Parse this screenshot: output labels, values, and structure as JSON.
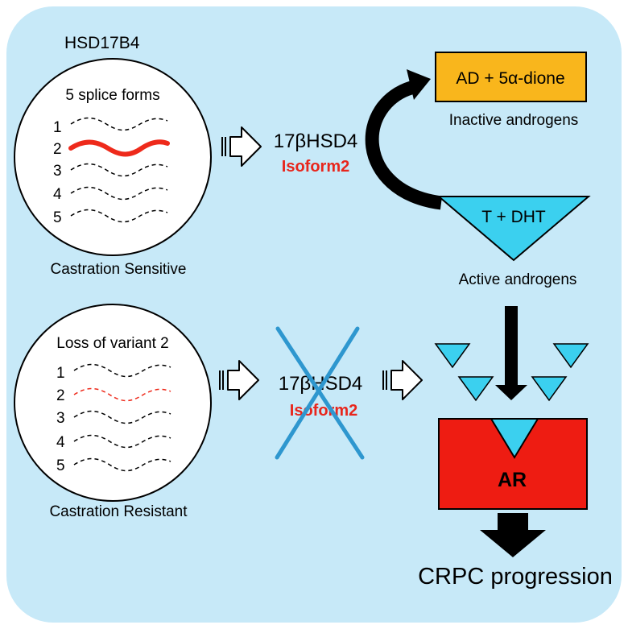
{
  "gene": "HSD17B4",
  "top_circle": {
    "title": "5 splice forms",
    "numbers": [
      "1",
      "2",
      "3",
      "4",
      "5"
    ],
    "caption": "Castration Sensitive"
  },
  "bottom_circle": {
    "title": "Loss of variant 2",
    "numbers": [
      "1",
      "2",
      "3",
      "4",
      "5"
    ],
    "caption": "Castration Resistant"
  },
  "enzyme_top": {
    "name": "17βHSD4",
    "isoform": "Isoform2"
  },
  "enzyme_bottom": {
    "name": "17βHSD4",
    "isoform": "Isoform2"
  },
  "inactive_box": {
    "label": "AD + 5α-dione",
    "caption": "Inactive androgens"
  },
  "active_triangle": {
    "label": "T + DHT",
    "caption": "Active androgens"
  },
  "receptor": {
    "label": "AR"
  },
  "outcome": "CRPC progression",
  "colors": {
    "panel_background": "#c7e9f8",
    "highlight_red": "#ee2a1b",
    "isoform_text": "#e8261c",
    "inactive_box_fill": "#f9b61c",
    "androgen_cyan": "#3bd0ef",
    "receptor_red": "#ee1c12",
    "cross_blue": "#2e97cf",
    "arrow_black": "#000000"
  }
}
